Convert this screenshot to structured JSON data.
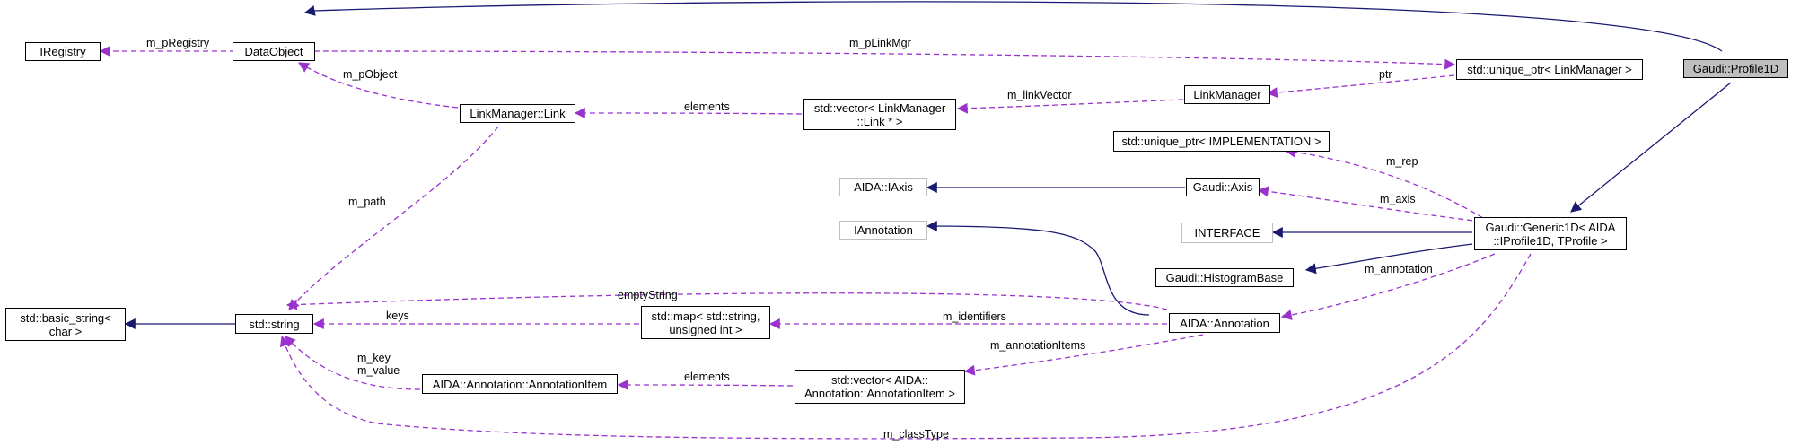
{
  "colors": {
    "inherit": "#191970",
    "usage": "#9a32cd",
    "focus_fill": "#bfbfbf",
    "dim_border": "#bfbfbf"
  },
  "nodes": {
    "iregistry": "IRegistry",
    "dataobject": "DataObject",
    "profile1d": "Gaudi::Profile1D",
    "unique_ptr_linkmanager": "std::unique_ptr< LinkManager >",
    "linkmanager": "LinkManager",
    "linkmanager_link": "LinkManager::Link",
    "vector_link": "std::vector< LinkManager\n::Link * >",
    "unique_ptr_impl": "std::unique_ptr< IMPLEMENTATION >",
    "aida_iaxis": "AIDA::IAxis",
    "gaudi_axis": "Gaudi::Axis",
    "iannotation": "IAnnotation",
    "interface": "INTERFACE",
    "generic1d": "Gaudi::Generic1D< AIDA\n::IProfile1D, TProfile >",
    "histogrambase": "Gaudi::HistogramBase",
    "basic_string": "std::basic_string<\nchar >",
    "std_string": "std::string",
    "std_map": "std::map< std::string,\nunsigned int >",
    "aida_annotation": "AIDA::Annotation",
    "annotation_item": "AIDA::Annotation::AnnotationItem",
    "vector_annotation_item": "std::vector< AIDA::\nAnnotation::AnnotationItem >"
  },
  "edge_labels": {
    "m_pregistry": "m_pRegistry",
    "m_plinkmgr": "m_pLinkMgr",
    "m_pobject": "m_pObject",
    "ptr": "ptr",
    "m_linkvector": "m_linkVector",
    "elements_link": "elements",
    "m_path": "m_path",
    "m_rep": "m_rep",
    "m_axis": "m_axis",
    "m_annotation": "m_annotation",
    "emptystring": "emptyString",
    "keys": "keys",
    "m_identifiers": "m_identifiers",
    "m_annotationitems": "m_annotationItems",
    "m_key_value": "m_key\nm_value",
    "elements_item": "elements",
    "m_classtype": "m_classType"
  }
}
